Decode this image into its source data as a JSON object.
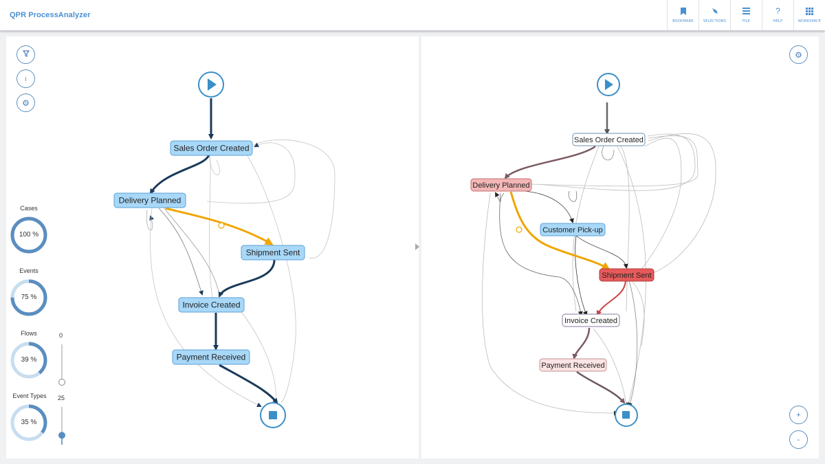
{
  "app_title": "QPR ProcessAnalyzer",
  "toolbar": [
    {
      "label": "BOOKMARK",
      "icon": "bookmark-icon"
    },
    {
      "label": "SELECTIONS",
      "icon": "selections-icon"
    },
    {
      "label": "FILE",
      "icon": "file-menu-icon"
    },
    {
      "label": "HELP",
      "icon": "help-icon"
    },
    {
      "label": "WORKSPACE",
      "icon": "workspace-icon"
    }
  ],
  "left_controls": {
    "filter_icon": "filter-icon",
    "info_symbol": "i",
    "settings_icon": "gear-icon"
  },
  "metrics": [
    {
      "label": "Cases",
      "value_text": "100 %",
      "value": 1.0
    },
    {
      "label": "Events",
      "value_text": "75 %",
      "value": 0.75
    },
    {
      "label": "Flows",
      "value_text": "39 %",
      "value": 0.39
    },
    {
      "label": "Event Types",
      "value_text": "35 %",
      "value": 0.35
    }
  ],
  "sliders": {
    "flows": {
      "value_text": "0",
      "level": 0
    },
    "event_types": {
      "value_text": "25",
      "level": 1
    }
  },
  "left_map": {
    "nodes": {
      "sales_order_created": "Sales Order Created",
      "delivery_planned": "Delivery Planned",
      "shipment_sent": "Shipment Sent",
      "invoice_created": "Invoice Created",
      "payment_received": "Payment Received"
    }
  },
  "right_map": {
    "nodes": {
      "sales_order_created": "Sales Order Created",
      "delivery_planned": "Delivery Planned",
      "customer_pickup": "Customer Pick-up",
      "shipment_sent": "Shipment Sent",
      "invoice_created": "Invoice Created",
      "payment_received": "Payment Received"
    }
  },
  "zoom": {
    "plus": "+",
    "minus": "-"
  },
  "colors": {
    "accent": "#4a8fd0",
    "node_blue": "#a8d8f8",
    "node_blue_border": "#5b9fd4",
    "edge_dark": "#1a3a5a",
    "highlight_orange": "#f0a500",
    "node_red": "#e85a5a",
    "node_pink": "#f4b6b6",
    "node_light_pink": "#fbe4e4",
    "gauge_dark": "#5b8ec0",
    "gauge_light": "#c7ddf0"
  }
}
